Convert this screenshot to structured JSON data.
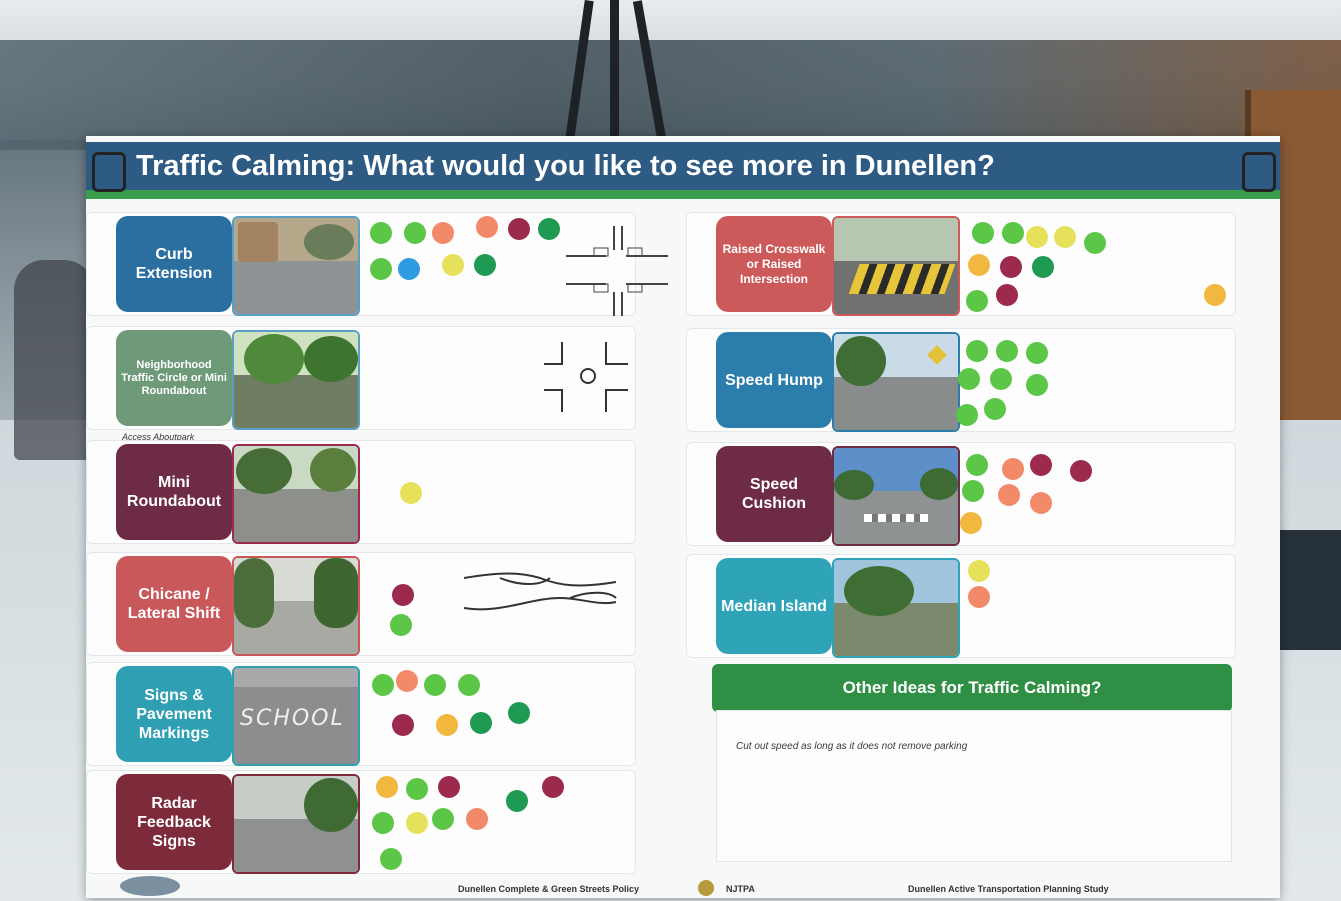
{
  "board": {
    "title": "Traffic Calming: What would you like to see more in Dunellen?",
    "left_column": [
      {
        "label": "Curb Extension",
        "color": "#2b6fa0"
      },
      {
        "label": "Neighborhood Traffic Circle or Mini Roundabout",
        "color": "#6e9a7a"
      },
      {
        "label": "Mini Roundabout",
        "color": "#6e2b45"
      },
      {
        "label": "Chicane / Lateral Shift",
        "color": "#c8585a"
      },
      {
        "label": "Signs & Pavement Markings",
        "color": "#2f9fb4"
      },
      {
        "label": "Radar Feedback Signs",
        "color": "#7d2b3a"
      }
    ],
    "right_column": [
      {
        "label": "Raised Crosswalk or Raised Intersection",
        "color": "#cc5a5a"
      },
      {
        "label": "Speed Hump",
        "color": "#2b7eab"
      },
      {
        "label": "Speed Cushion",
        "color": "#6e2b45"
      },
      {
        "label": "Median Island",
        "color": "#2fa4b8"
      }
    ],
    "other_ideas": {
      "header": "Other Ideas for Traffic Calming?",
      "handwritten_note": "Cut out speed as long as it does not remove parking"
    },
    "hand_note_left": "Access Aboutpark",
    "footer": {
      "left": "Dunellen Complete & Green Streets Policy",
      "right": "Dunellen Active Transportation Planning Study",
      "logo": "NJTPA"
    }
  },
  "dot_colors": {
    "green": "#5cc647",
    "dark_green": "#1f9a52",
    "orange": "#f28a6a",
    "maroon": "#9b2a4c",
    "yellow": "#e6e15a",
    "gold": "#f2b73f",
    "blue": "#2f9be0"
  }
}
